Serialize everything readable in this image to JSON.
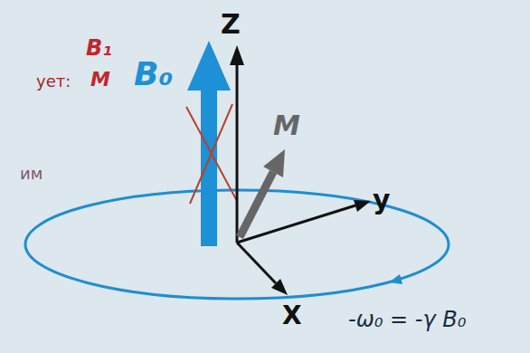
{
  "diagram": {
    "labels": [
      "B₁",
      "ует:",
      "M",
      "им",
      "Z",
      "B₀",
      "M",
      "y",
      "X",
      "-ω₀ = -γ B₀"
    ]
  }
}
